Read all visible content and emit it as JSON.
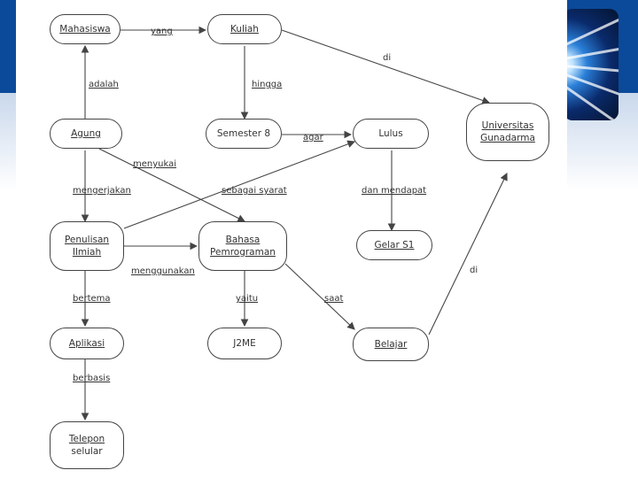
{
  "nodes": {
    "mahasiswa": "Mahasiswa",
    "kuliah": "Kuliah",
    "universitas_1": "Universitas",
    "universitas_2": "Gunadarma",
    "agung": "Agung",
    "semester": "Semester 8",
    "lulus": "Lulus",
    "penulisan_1": "Penulisan",
    "penulisan_2": "Ilmiah",
    "bahasa_1": "Bahasa",
    "bahasa_2": "Pemrograman",
    "gelar": "Gelar S1",
    "aplikasi": "Aplikasi",
    "j2me": "J2ME",
    "belajar": "Belajar",
    "telepon_1": "Telepon",
    "telepon_2": "selular"
  },
  "edges": {
    "yang": "yang",
    "di_top": "di",
    "adalah": "adalah",
    "hingga": "hingga",
    "agar": "agar",
    "menyukai": "menyukai",
    "mengerjakan": "mengerjakan",
    "sebagai_syarat": "sebagai syarat",
    "dan_mendapat": "dan mendapat",
    "menggunakan": "menggunakan",
    "di_right": "di",
    "bertema": "bertema",
    "yaitu": "yaitu",
    "saat": "saat",
    "berbasis": "berbasis"
  },
  "colors": {
    "header_blue": "#0b4a9a",
    "line": "#444444"
  }
}
